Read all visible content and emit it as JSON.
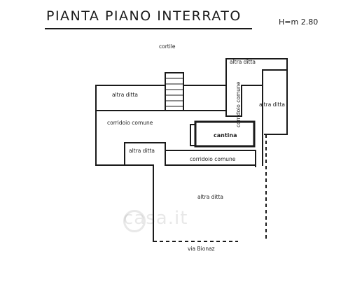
{
  "header": {
    "title": "PIANTA  PIANO  INTERRATO",
    "height": "H=m 2.80"
  },
  "labels": {
    "cortile": "cortile",
    "altra_ditta_top_right": "altra ditta",
    "altra_ditta_left": "altra ditta",
    "corridoio_comune_vertical": "corridoio comune",
    "altra_ditta_right": "altra ditta",
    "corridoio_comune_left": "corridoio comune",
    "cantina": "cantina",
    "altra_ditta_small": "altra ditta",
    "corridoio_comune_bottom": "corridoio comune",
    "altra_ditta_bottom": "altra ditta",
    "via": "via Bionaz"
  },
  "watermark": "casa.it"
}
